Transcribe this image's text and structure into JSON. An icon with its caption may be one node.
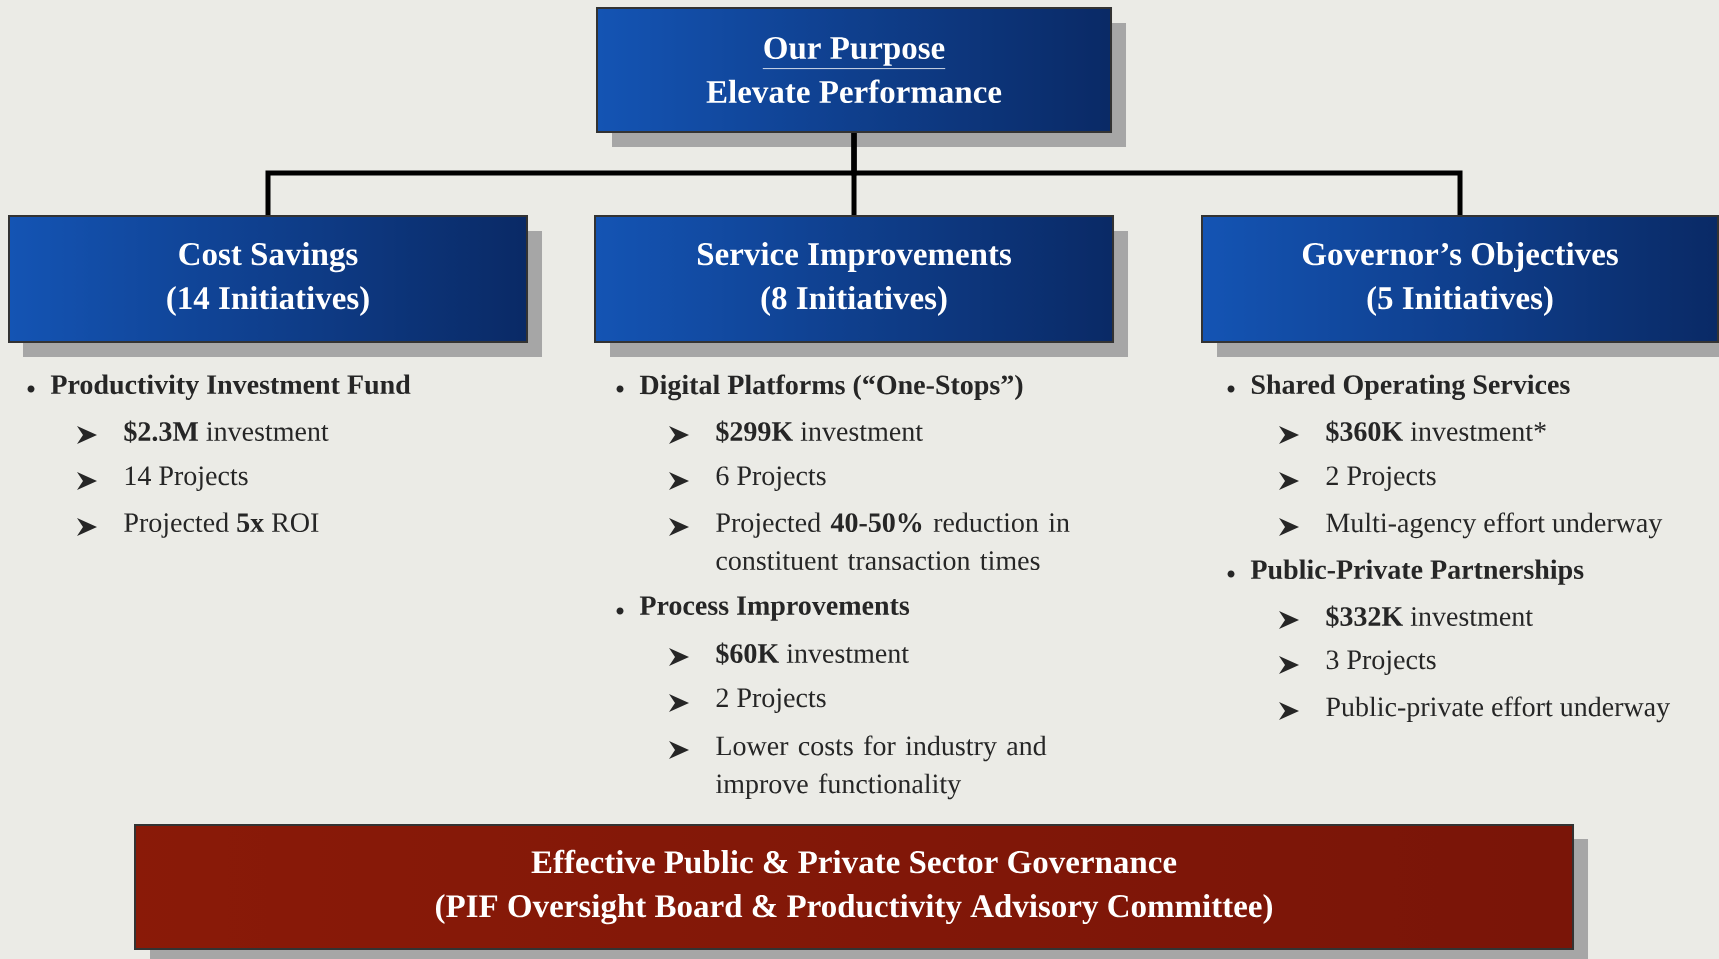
{
  "diagram": {
    "nodes": [
      {
        "text": [
          "Our Purpose",
          "Elevate Performance"
        ]
      },
      {
        "text": [
          "Cost Savings",
          "(14 Initiatives)"
        ]
      },
      {
        "text": [
          "Service Improvements",
          "(8 Initiatives)"
        ]
      },
      {
        "text": [
          "Governor’s Objectives",
          "(5 Initiatives)"
        ]
      },
      {
        "text": [
          "Effective Public & Private Sector Governance",
          "(PIF Oversight Board & Productivity Advisory Committee)"
        ]
      }
    ],
    "edges": [
      {
        "from": 0,
        "to": 1,
        "arrow": "none"
      },
      {
        "from": 0,
        "to": 2,
        "arrow": "none"
      },
      {
        "from": 0,
        "to": 3,
        "arrow": "none"
      }
    ],
    "labels": [
      "Productivity Investment Fund",
      "**$2.3M** investment",
      "14 Projects",
      "Projected **5x** ROI",
      "Digital Platforms (“One-Stops”)",
      "**$299K** investment",
      "6 Projects",
      "Projected **40-50%** reduction in constituent transaction times",
      "Process Improvements",
      "**$60K** investment",
      "2 Projects",
      "Lower costs for industry and improve functionality",
      "Shared Operating Services",
      "**$360K** investment*",
      "2 Projects",
      "Multi-agency effort underway",
      "Public-Private Partnerships",
      "**$332K** investment",
      "3 Projects",
      "Public-private effort underway"
    ]
  }
}
